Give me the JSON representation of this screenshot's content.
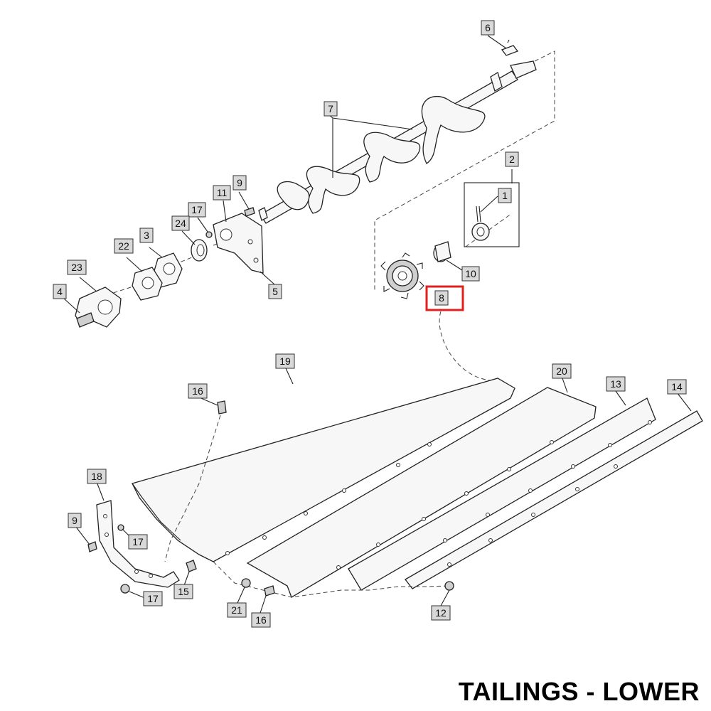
{
  "title": "TAILINGS - LOWER",
  "highlighted_callout": "8",
  "colors": {
    "highlight": "#e0201f",
    "callout_fill": "#d9d9d9",
    "ink": "#222222"
  },
  "callouts": [
    {
      "id": "c6",
      "label": "6"
    },
    {
      "id": "c7",
      "label": "7"
    },
    {
      "id": "c2",
      "label": "2"
    },
    {
      "id": "c1",
      "label": "1"
    },
    {
      "id": "c9a",
      "label": "9"
    },
    {
      "id": "c11",
      "label": "11"
    },
    {
      "id": "c17a",
      "label": "17"
    },
    {
      "id": "c24",
      "label": "24"
    },
    {
      "id": "c3",
      "label": "3"
    },
    {
      "id": "c22",
      "label": "22"
    },
    {
      "id": "c23",
      "label": "23"
    },
    {
      "id": "c4",
      "label": "4"
    },
    {
      "id": "c5",
      "label": "5"
    },
    {
      "id": "c10",
      "label": "10"
    },
    {
      "id": "c8",
      "label": "8"
    },
    {
      "id": "c19",
      "label": "19"
    },
    {
      "id": "c20",
      "label": "20"
    },
    {
      "id": "c13",
      "label": "13"
    },
    {
      "id": "c14",
      "label": "14"
    },
    {
      "id": "c16a",
      "label": "16"
    },
    {
      "id": "c18",
      "label": "18"
    },
    {
      "id": "c9b",
      "label": "9"
    },
    {
      "id": "c17b",
      "label": "17"
    },
    {
      "id": "c17c",
      "label": "17"
    },
    {
      "id": "c15",
      "label": "15"
    },
    {
      "id": "c21",
      "label": "21"
    },
    {
      "id": "c16b",
      "label": "16"
    },
    {
      "id": "c12",
      "label": "12"
    }
  ]
}
